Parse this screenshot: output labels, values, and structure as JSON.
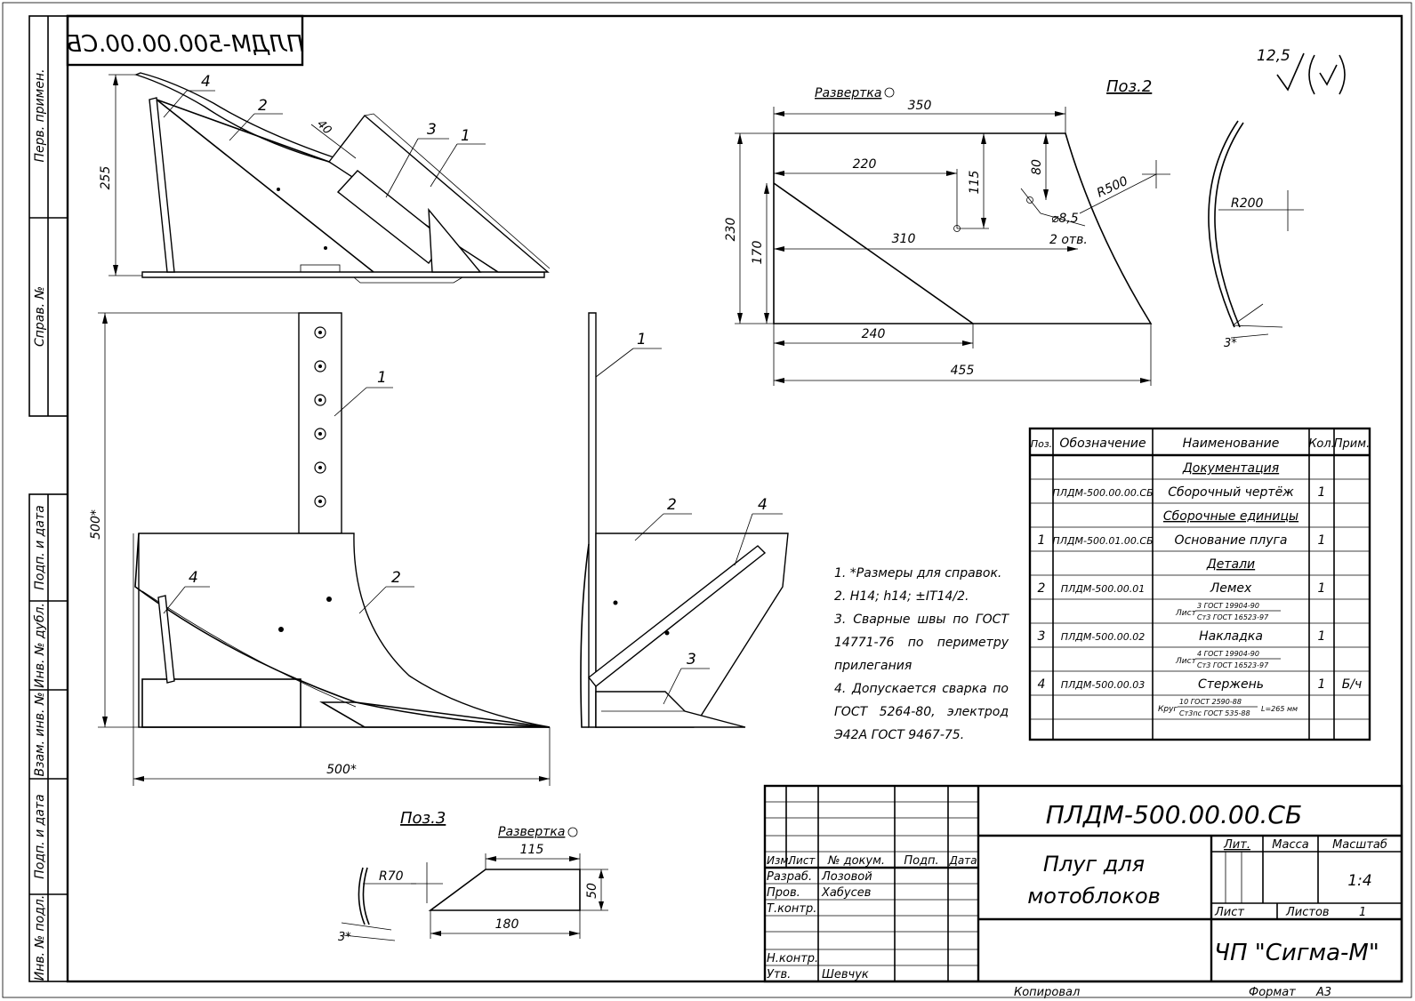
{
  "stamp_mirrored": "ПЛДМ-500.00.00.СБ",
  "roughness": {
    "value": "12,5"
  },
  "side_labels": [
    "Перв. примен.",
    "Справ. №",
    "Подп. и дата",
    "Инв. № дубл.",
    "Взам. инв. №",
    "Подп. и дата",
    "Инв. № подл."
  ],
  "views": {
    "top_left": {
      "leaders": [
        "4",
        "2",
        "3",
        "1"
      ],
      "dims": [
        "255",
        "40"
      ]
    },
    "front": {
      "leaders": [
        "1",
        "4",
        "2"
      ],
      "dims": [
        "500*",
        "500*"
      ]
    },
    "side": {
      "leaders": [
        "1",
        "2",
        "4",
        "3"
      ]
    }
  },
  "poz2": {
    "title": "Поз.2",
    "razvertka": "Развертка",
    "dims": [
      "350",
      "220",
      "115",
      "80",
      "310",
      "230",
      "170",
      "240",
      "455",
      "R500",
      "⌀8,5",
      "2 отв.",
      "R200",
      "3*"
    ]
  },
  "poz3": {
    "title": "Поз.3",
    "razvertka": "Развертка",
    "dims": [
      "115",
      "R70",
      "50",
      "180",
      "3*"
    ]
  },
  "notes": [
    "1. *Размеры для справок.",
    "2. Н14; h14; ±IT14/2.",
    "3. Сварные швы по ГОСТ 14771-76 по периметру прилегания",
    "4. Допускается сварка по ГОСТ 5264-80, электрод Э42А ГОСТ 9467-75."
  ],
  "spec": {
    "headers": [
      "Поз.",
      "Обозначение",
      "Наименование",
      "Кол.",
      "Прим."
    ],
    "sections": {
      "doc": "Документация",
      "assembly": "Сборочные единицы",
      "parts": "Детали"
    },
    "rows": [
      {
        "pos": "",
        "code": "ПЛДМ-500.00.00.СБ",
        "name": "Сборочный чертёж",
        "qty": "1",
        "note": ""
      },
      {
        "pos": "1",
        "code": "ПЛДМ-500.01.00.СБ",
        "name": "Основание плуга",
        "qty": "1",
        "note": ""
      },
      {
        "pos": "2",
        "code": "ПЛДМ-500.00.01",
        "name": "Лемех",
        "qty": "1",
        "note": ""
      },
      {
        "pos": "3",
        "code": "ПЛДМ-500.00.02",
        "name": "Накладка",
        "qty": "1",
        "note": ""
      },
      {
        "pos": "4",
        "code": "ПЛДМ-500.00.03",
        "name": "Стержень",
        "qty": "1",
        "note": "Б/ч"
      }
    ],
    "materials": [
      {
        "prefix": "Лист",
        "top": "3 ГОСТ 19904-90",
        "bottom": "Ст3 ГОСТ 16523-97",
        "extra": ""
      },
      {
        "prefix": "Лист",
        "top": "4 ГОСТ 19904-90",
        "bottom": "Ст3 ГОСТ 16523-97",
        "extra": ""
      },
      {
        "prefix": "Круг",
        "top": "10 ГОСТ 2590-88",
        "bottom": "Ст3пс ГОСТ 535-88",
        "extra": "L=265 мм"
      }
    ]
  },
  "title_block": {
    "code": "ПЛДМ-500.00.00.СБ",
    "name_line1": "Плуг для",
    "name_line2": "мотоблоков",
    "lit": "Лит.",
    "mass": "Масса",
    "scale_label": "Масштаб",
    "scale": "1:4",
    "sheet": "Лист",
    "sheets": "Листов",
    "sheets_count": "1",
    "org": "ЧП \"Сигма-М\"",
    "header": [
      "Изм.",
      "Лист",
      "№ докум.",
      "Подп.",
      "Дата"
    ],
    "roles": [
      "Разраб.",
      "Пров.",
      "Т.контр.",
      "Н.контр.",
      "Утв."
    ],
    "names": [
      "Лозовой",
      "Хабусев",
      "Шевчук"
    ],
    "copied": "Копировал",
    "format_label": "Формат",
    "format": "А3"
  }
}
